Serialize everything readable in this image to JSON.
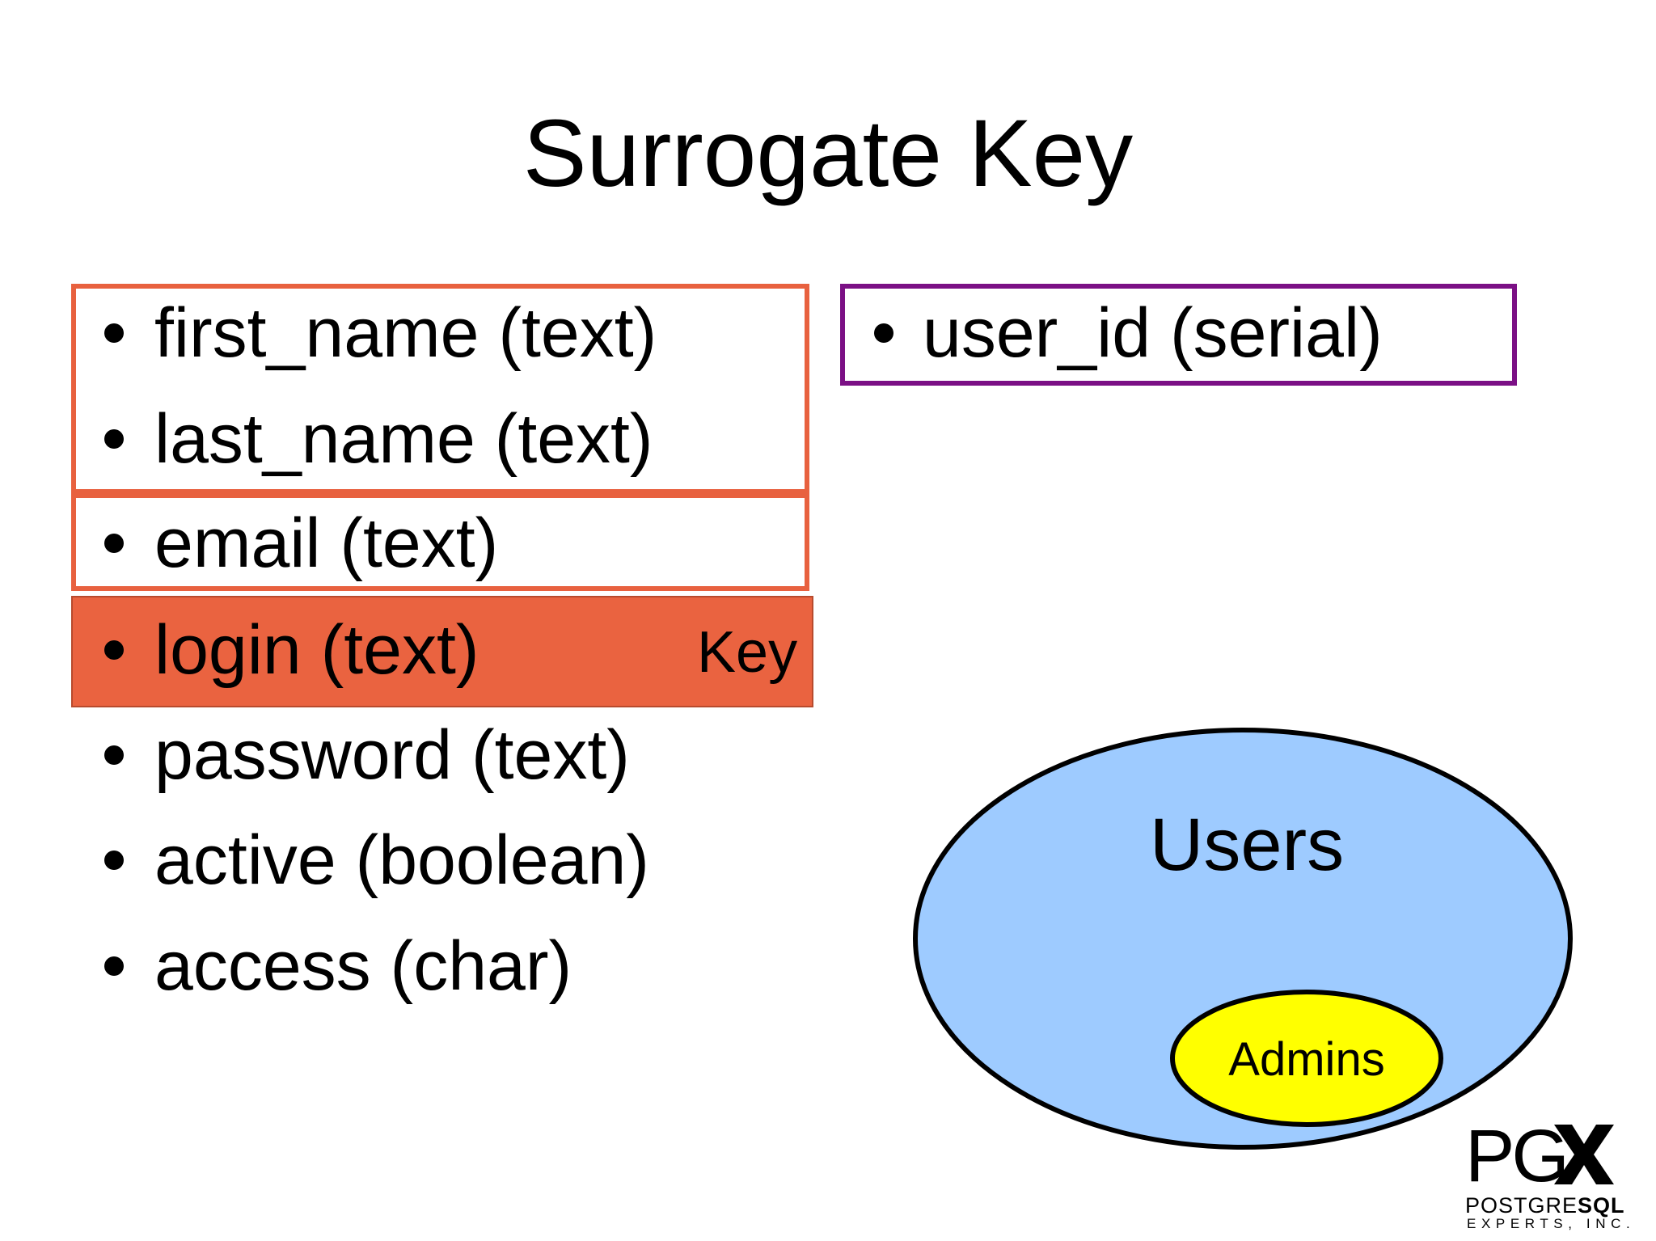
{
  "slide": {
    "title": "Surrogate Key"
  },
  "fields": {
    "first_name": "first_name (text)",
    "last_name": "last_name (text)",
    "email": "email (text)",
    "login": "login (text)",
    "password": "password (text)",
    "active": "active (boolean)",
    "access": "access (char)",
    "user_id": "user_id (serial)"
  },
  "key_label": "Key",
  "venn": {
    "outer_label": "Users",
    "inner_label": "Admins",
    "outer_color": "#9ecbff",
    "inner_color": "#ffff00"
  },
  "colors": {
    "candidate_border": "#e8613f",
    "key_fill": "#ea6340",
    "surrogate_border": "#7b1085"
  },
  "logo": {
    "mark_text": "PG",
    "mark_icon": "x-logo-icon",
    "line1_regular": "POSTGRE",
    "line1_bold": "SQL",
    "line2": "EXPERTS, INC."
  }
}
